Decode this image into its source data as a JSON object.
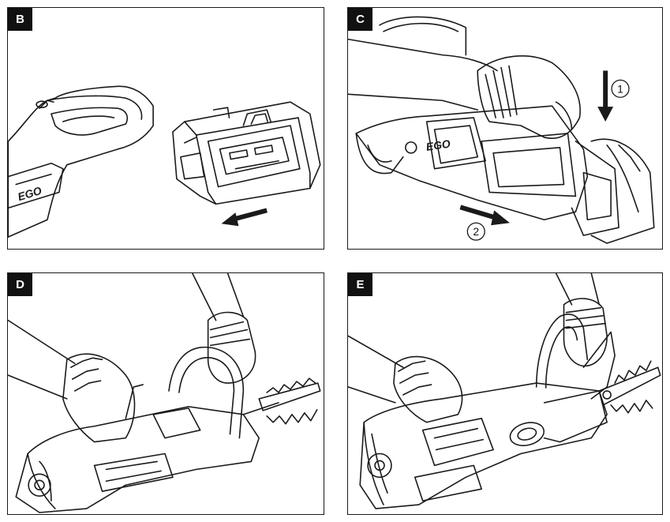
{
  "panels": [
    {
      "id": "B",
      "label": "B"
    },
    {
      "id": "C",
      "label": "C",
      "steps": [
        "1",
        "2"
      ],
      "brand": "EGO"
    },
    {
      "id": "D",
      "label": "D"
    },
    {
      "id": "E",
      "label": "E"
    }
  ],
  "panel_b": {
    "brand": "EGO"
  },
  "colors": {
    "ink": "#1a1a1a",
    "tag_bg": "#111111",
    "tag_text": "#ffffff",
    "bg": "#ffffff"
  },
  "icons": [
    "arrow-left-icon",
    "arrow-down-icon",
    "arrow-right-icon"
  ]
}
